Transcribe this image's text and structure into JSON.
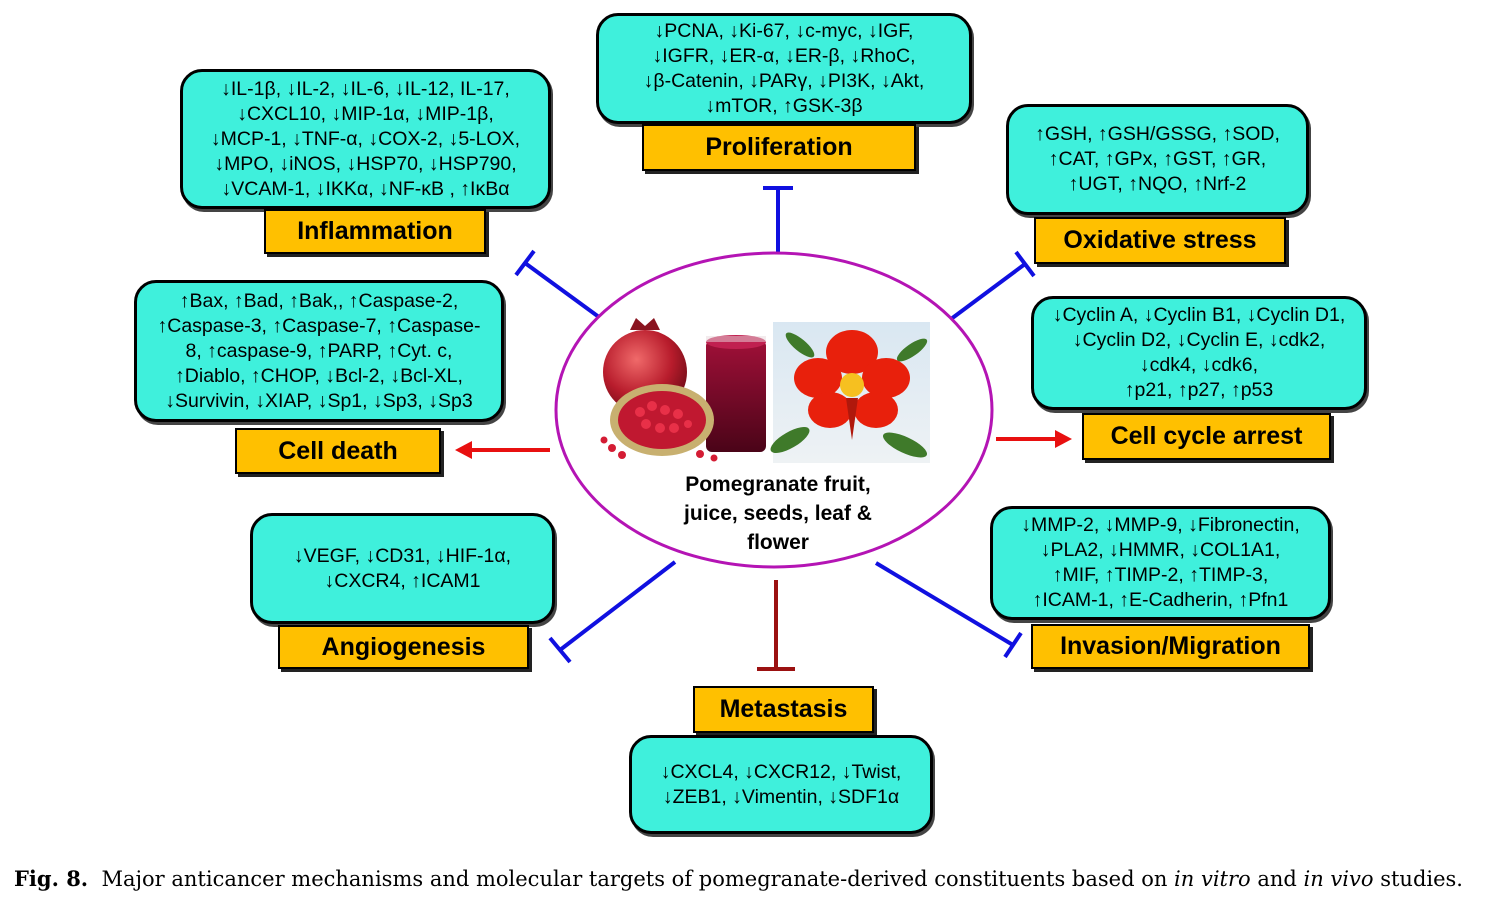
{
  "center": {
    "caption": "Pomegranate fruit,\njuice, seeds, leaf &\nflower",
    "images": [
      "pomegranate-fruit-and-juice",
      "pomegranate-flower"
    ]
  },
  "nodes": {
    "proliferation": {
      "label": "Proliferation",
      "targets": "↓PCNA, ↓Ki-67, ↓c-myc, ↓IGF,\n↓IGFR, ↓ER-α, ↓ER-β, ↓RhoC,\n↓β-Catenin, ↓PARγ, ↓PI3K, ↓Akt,\n↓mTOR, ↑GSK-3β"
    },
    "inflammation": {
      "label": "Inflammation",
      "targets": "↓IL-1β, ↓IL-2, ↓IL-6, ↓IL-12, IL-17,\n↓CXCL10, ↓MIP-1α, ↓MIP-1β,\n↓MCP-1, ↓TNF-α, ↓COX-2, ↓5-LOX,\n↓MPO, ↓iNOS, ↓HSP70, ↓HSP790,\n↓VCAM-1, ↓IKKα, ↓NF-κB , ↑IκBα"
    },
    "oxidative_stress": {
      "label": "Oxidative stress",
      "targets": "↑GSH, ↑GSH/GSSG, ↑SOD,\n↑CAT, ↑GPx, ↑GST, ↑GR,\n↑UGT, ↑NQO, ↑Nrf-2"
    },
    "cell_death": {
      "label": "Cell death",
      "targets": "↑Bax, ↑Bad, ↑Bak,, ↑Caspase-2,\n↑Caspase-3, ↑Caspase-7, ↑Caspase-\n8, ↑caspase-9, ↑PARP, ↑Cyt. c,\n↑Diablo, ↑CHOP, ↓Bcl-2, ↓Bcl-XL,\n↓Survivin, ↓XIAP, ↓Sp1, ↓Sp3, ↓Sp3"
    },
    "cell_cycle_arrest": {
      "label": "Cell cycle arrest",
      "targets": "↓Cyclin A, ↓Cyclin B1, ↓Cyclin D1,\n↓Cyclin D2, ↓Cyclin E, ↓cdk2,\n↓cdk4, ↓cdk6,\n↑p21, ↑p27, ↑p53"
    },
    "angiogenesis": {
      "label": "Angiogenesis",
      "targets": "↓VEGF, ↓CD31, ↓HIF-1α,\n↓CXCR4, ↑ICAM1"
    },
    "invasion_migration": {
      "label": "Invasion/Migration",
      "targets": "↓MMP-2, ↓MMP-9, ↓Fibronectin,\n↓PLA2, ↓HMMR, ↓COL1A1,\n↑MIF, ↑TIMP-2, ↑TIMP-3,\n↑ICAM-1, ↑E-Cadherin, ↑Pfn1"
    },
    "metastasis": {
      "label": "Metastasis",
      "targets": "↓CXCL4, ↓CXCR12, ↓Twist,\n↓ZEB1, ↓Vimentin, ↓SDF1α"
    }
  },
  "edges": [
    {
      "to": "proliferation",
      "kind": "inhibition",
      "color": "#1010e0"
    },
    {
      "to": "inflammation",
      "kind": "inhibition",
      "color": "#1010e0"
    },
    {
      "to": "oxidative_stress",
      "kind": "inhibition",
      "color": "#1010e0"
    },
    {
      "to": "angiogenesis",
      "kind": "inhibition",
      "color": "#1010e0"
    },
    {
      "to": "invasion_migration",
      "kind": "inhibition",
      "color": "#1010e0"
    },
    {
      "to": "metastasis",
      "kind": "inhibition",
      "color": "#9b1111"
    },
    {
      "to": "cell_death",
      "kind": "induction",
      "color": "#e81010"
    },
    {
      "to": "cell_cycle_arrest",
      "kind": "induction",
      "color": "#e81010"
    }
  ],
  "colors": {
    "target_box": "#3ff0dc",
    "label_box": "#ffc000",
    "center_ellipse": "#b414b4"
  },
  "caption": {
    "fig_label": "Fig. 8.",
    "text_a": "Major anticancer mechanisms and molecular targets of pomegranate-derived constituents based on ",
    "italic_1": "in vitro",
    "text_b": " and ",
    "italic_2": "in vivo",
    "text_c": " studies."
  }
}
